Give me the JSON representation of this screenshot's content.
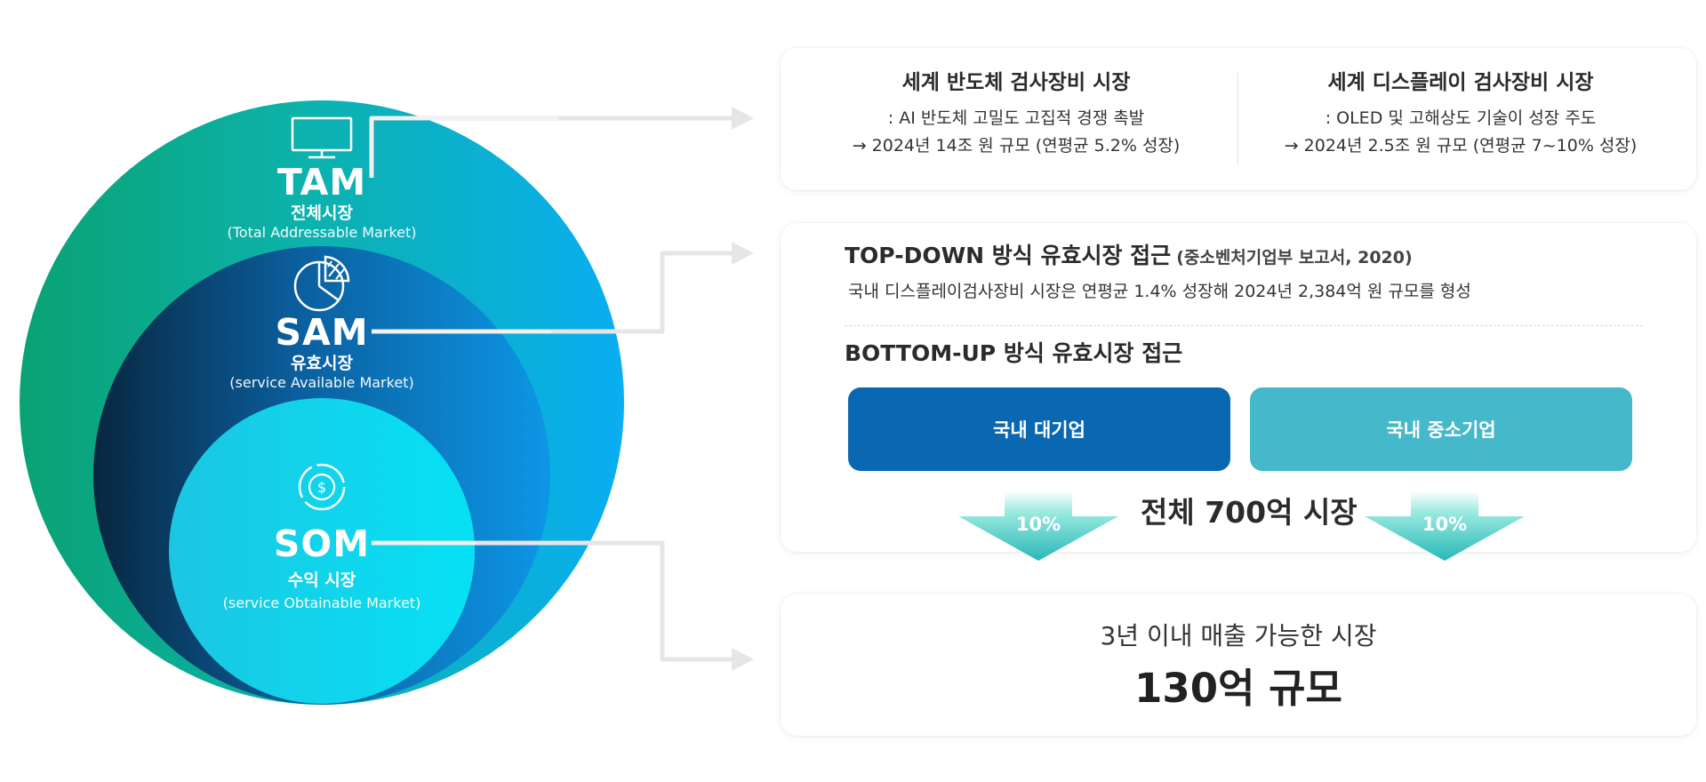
{
  "tam": {
    "abbr": "TAM",
    "korean": "전체시장",
    "english": "(Total Addressable Market)"
  },
  "sam": {
    "abbr": "SAM",
    "korean": "유효시장",
    "english": "(service Available Market)"
  },
  "som": {
    "abbr": "SOM",
    "korean": "수익 시장",
    "english": "(service Obtainable Market)"
  },
  "tam_card": {
    "semiconductor": {
      "title": "세계 반도체 검사장비 시장",
      "line1": ": AI 반도체 고밀도 고집적 경쟁 촉발",
      "line2": "→ 2024년 14조 원 규모 (연평균 5.2% 성장)"
    },
    "display": {
      "title": "세계 디스플레이 검사장비 시장",
      "line1": ": OLED 및 고해상도 기술이 성장 주도",
      "line2": "→ 2024년 2.5조 원 규모 (연평균 7~10% 성장)"
    }
  },
  "sam_card": {
    "topdown_title": "TOP-DOWN 방식 유효시장 접근",
    "topdown_source": "(중소벤처기업부 보고서, 2020)",
    "topdown_desc": "국내 디스플레이검사장비 시장은 연평균 1.4% 성장해 2024년 2,384억 원 규모를 형성",
    "bottomup_title": "BOTTOM-UP 방식 유효시장 접근",
    "large_company": "국내 대기업",
    "sme": "국내 중소기업",
    "left_pct": "10%",
    "right_pct": "10%",
    "total": "전체 700억 시장"
  },
  "som_card": {
    "subtitle": "3년 이내 매출 가능한 시장",
    "value": "130억 규모"
  },
  "colors": {
    "large_company_btn": "#0a67b1",
    "sme_btn": "#45b8c9",
    "arrow_teal": "#35c3be",
    "connector": "#e6e6e6"
  }
}
